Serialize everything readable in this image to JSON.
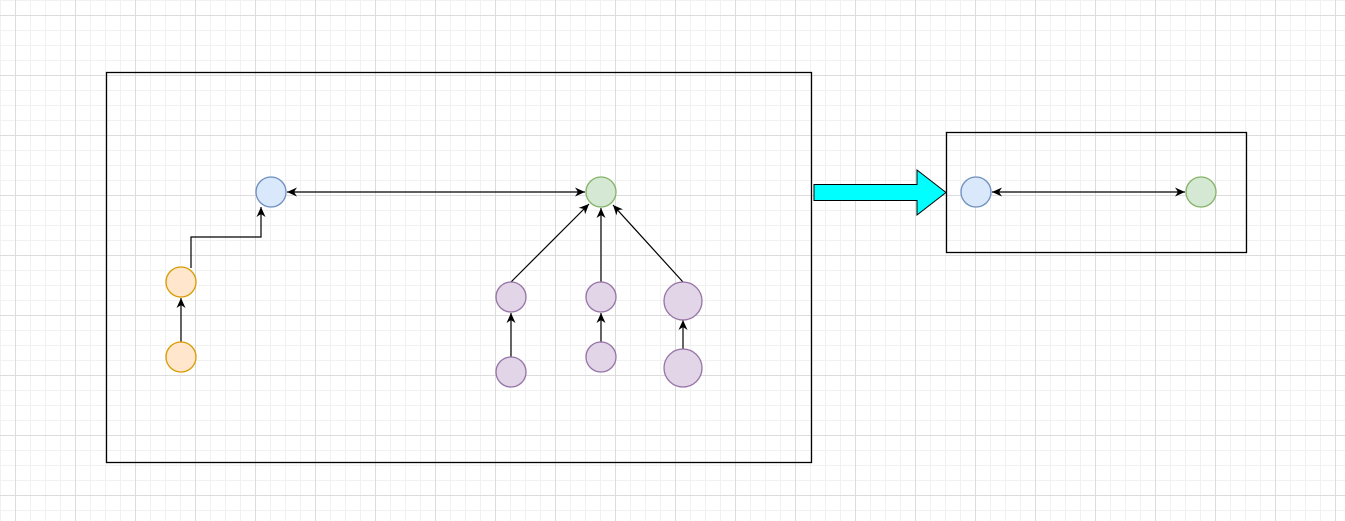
{
  "colors": {
    "container_stroke": "#000000",
    "edge": "#000000",
    "blue_fill": "#dae8fc",
    "blue_stroke": "#6c8ebf",
    "green_fill": "#d5e8d4",
    "green_stroke": "#82b366",
    "orange_fill": "#ffe6cc",
    "orange_stroke": "#d79b00",
    "purple_fill": "#e1d5e7",
    "purple_stroke": "#9673a6",
    "transform_arrow_fill": "#00ffff"
  },
  "nodes": [
    {
      "id": "before-blue",
      "color": "blue"
    },
    {
      "id": "before-green",
      "color": "green"
    },
    {
      "id": "orange-upper",
      "color": "orange"
    },
    {
      "id": "orange-lower",
      "color": "orange"
    },
    {
      "id": "purple-left-upper",
      "color": "purple"
    },
    {
      "id": "purple-left-lower",
      "color": "purple"
    },
    {
      "id": "purple-middle-upper",
      "color": "purple"
    },
    {
      "id": "purple-middle-lower",
      "color": "purple"
    },
    {
      "id": "purple-right-upper",
      "color": "purple"
    },
    {
      "id": "purple-right-lower",
      "color": "purple"
    },
    {
      "id": "after-blue",
      "color": "blue"
    },
    {
      "id": "after-green",
      "color": "green"
    }
  ],
  "edges": [
    {
      "from": "before-blue",
      "to": "before-green",
      "direction": "both"
    },
    {
      "from": "orange-upper",
      "to": "before-blue",
      "direction": "forward",
      "style": "orthogonal"
    },
    {
      "from": "orange-lower",
      "to": "orange-upper",
      "direction": "forward"
    },
    {
      "from": "purple-left-upper",
      "to": "before-green",
      "direction": "forward"
    },
    {
      "from": "purple-middle-upper",
      "to": "before-green",
      "direction": "forward"
    },
    {
      "from": "purple-right-upper",
      "to": "before-green",
      "direction": "forward"
    },
    {
      "from": "purple-left-lower",
      "to": "purple-left-upper",
      "direction": "forward"
    },
    {
      "from": "purple-middle-lower",
      "to": "purple-middle-upper",
      "direction": "forward"
    },
    {
      "from": "purple-right-lower",
      "to": "purple-right-upper",
      "direction": "forward"
    },
    {
      "from": "after-blue",
      "to": "after-green",
      "direction": "both"
    }
  ],
  "transform_arrow": {
    "from": "before-container",
    "to": "after-container"
  }
}
